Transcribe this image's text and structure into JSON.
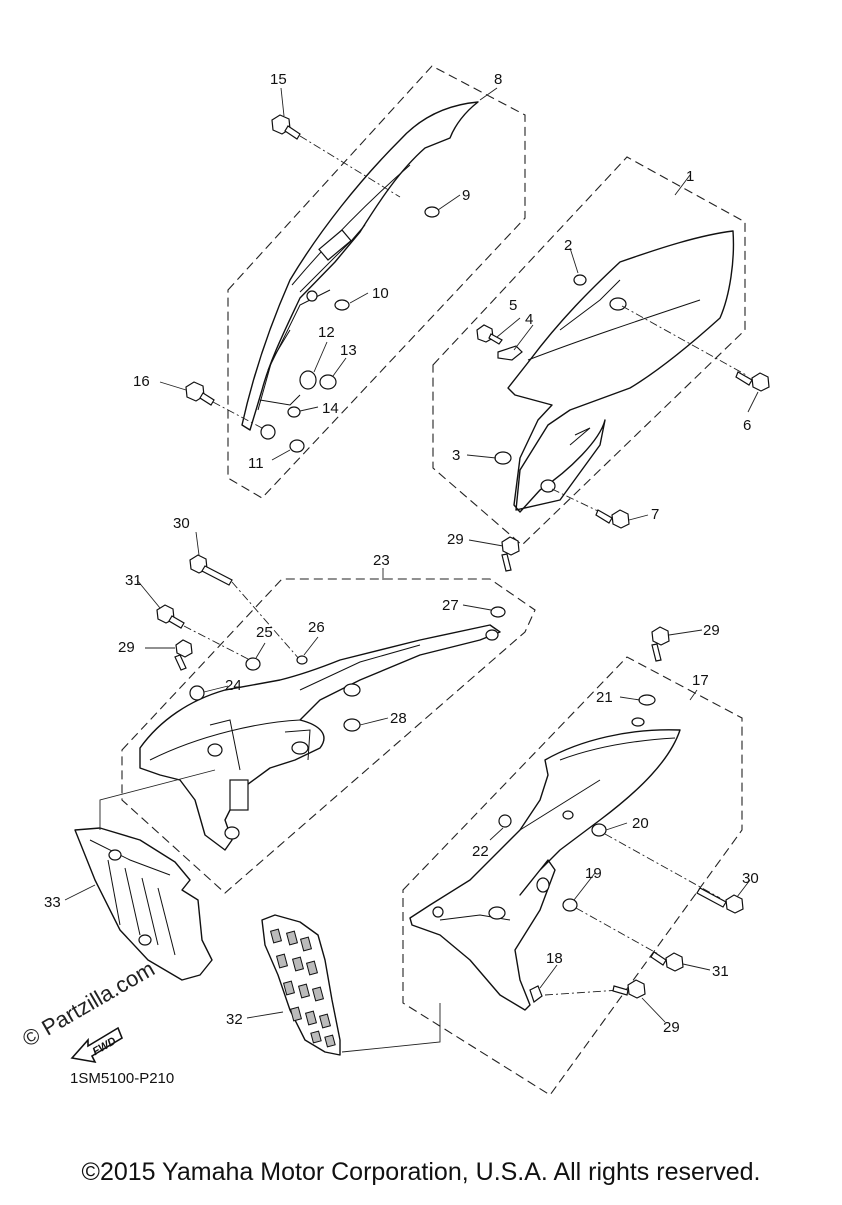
{
  "diagram": {
    "code": "1SM5100-P210",
    "copyright": "©2015 Yamaha Motor Corporation, U.S.A. All rights reserved.",
    "watermark": "© Partzilla.com",
    "fwd_label": "FWD"
  },
  "callouts": [
    "1",
    "2",
    "3",
    "4",
    "5",
    "6",
    "7",
    "8",
    "9",
    "10",
    "11",
    "12",
    "13",
    "14",
    "15",
    "16",
    "17",
    "18",
    "19",
    "20",
    "21",
    "22",
    "23",
    "24",
    "25",
    "26",
    "27",
    "28",
    "29",
    "29",
    "29",
    "29",
    "30",
    "30",
    "31",
    "31",
    "32",
    "33"
  ]
}
